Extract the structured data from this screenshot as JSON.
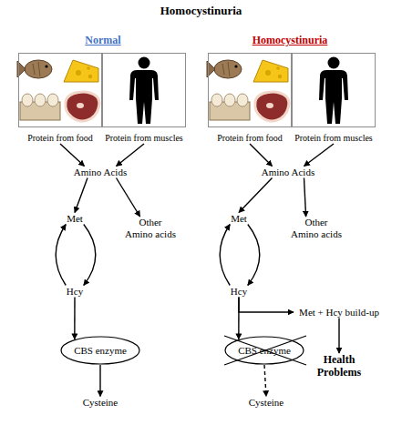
{
  "diagram": {
    "title": "Homocystinuria",
    "nodes": [
      {
        "text": [
          "Protein from food"
        ]
      },
      {
        "text": [
          "Protein from muscles"
        ]
      },
      {
        "text": [
          "Amino Acids"
        ]
      },
      {
        "text": [
          "Met"
        ]
      },
      {
        "text": [
          "Other Amino acids"
        ]
      },
      {
        "text": [
          "Hcy"
        ]
      },
      {
        "text": [
          "CBS enzyme"
        ]
      },
      {
        "text": [
          "Cysteine"
        ]
      },
      {
        "text": [
          "Protein from food"
        ]
      },
      {
        "text": [
          "Protein from muscles"
        ]
      },
      {
        "text": [
          "Amino Acids"
        ]
      },
      {
        "text": [
          "Met"
        ]
      },
      {
        "text": [
          "Other Amino acids"
        ]
      },
      {
        "text": [
          "Hcy"
        ]
      },
      {
        "text": [
          "Met + Hcy build-up"
        ]
      },
      {
        "text": [
          "Health Problems"
        ]
      },
      {
        "text": [
          "CBS enzyme"
        ]
      },
      {
        "text": [
          "Cysteine"
        ]
      }
    ],
    "edges": [
      {
        "from": 0,
        "to": 2,
        "arrow": "to"
      },
      {
        "from": 1,
        "to": 2,
        "arrow": "to"
      },
      {
        "from": 2,
        "to": 3,
        "arrow": "to"
      },
      {
        "from": 2,
        "to": 4,
        "arrow": "to"
      },
      {
        "from": 3,
        "to": 5,
        "arrow": "to"
      },
      {
        "from": 5,
        "to": 3,
        "arrow": "to"
      },
      {
        "from": 5,
        "to": 6,
        "arrow": "to"
      },
      {
        "from": 6,
        "to": 7,
        "arrow": "to"
      },
      {
        "from": 8,
        "to": 10,
        "arrow": "to"
      },
      {
        "from": 9,
        "to": 10,
        "arrow": "to"
      },
      {
        "from": 10,
        "to": 11,
        "arrow": "to"
      },
      {
        "from": 10,
        "to": 12,
        "arrow": "to"
      },
      {
        "from": 11,
        "to": 13,
        "arrow": "to"
      },
      {
        "from": 13,
        "to": 11,
        "arrow": "to"
      },
      {
        "from": 13,
        "to": 14,
        "arrow": "to"
      },
      {
        "from": 14,
        "to": 15,
        "arrow": "to"
      },
      {
        "from": 13,
        "to": 16,
        "arrow": "to"
      },
      {
        "from": 16,
        "to": 17,
        "arrow": "to"
      }
    ],
    "labels": [
      "Normal",
      "Homocystinuria"
    ]
  }
}
